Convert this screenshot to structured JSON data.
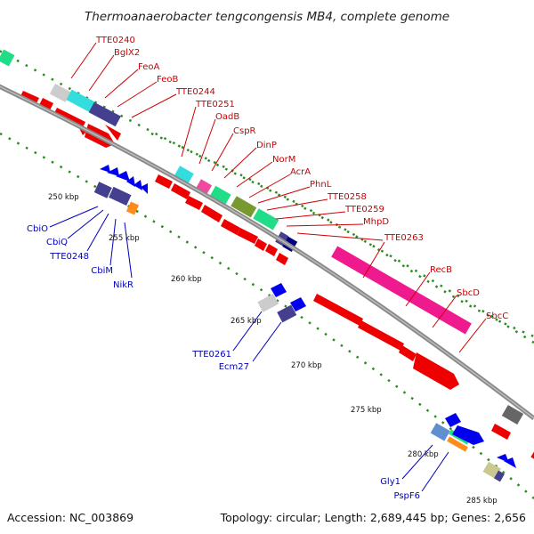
{
  "title": "Thermoanaerobacter tengcongensis MB4, complete genome",
  "footer": {
    "accession": "Accession: NC_003869",
    "stats": "Topology: circular; Length: 2,689,445 bp; Genes: 2,656"
  },
  "colors": {
    "backbone": "#888888",
    "tick": "#2e8b22",
    "forward_label": "#cc0000",
    "reverse_label": "#0000bb",
    "red": "#ee0000",
    "blue": "#0000ee",
    "cyan": "#33dddd",
    "slateblue": "#443f8f",
    "lightgray": "#cccccc",
    "pink": "#ee4a9e",
    "magenta": "#ee1a8e",
    "green": "#22dd88",
    "olive": "#779930",
    "navy": "#000080",
    "orange": "#ff8c1a",
    "steelblue": "#5f8fcf",
    "khaki": "#c8c890",
    "darkgray": "#666666"
  },
  "scale_labels": [
    {
      "text": "250 kbp",
      "color": "#111111"
    },
    {
      "text": "255 kbp",
      "color": "#111111"
    },
    {
      "text": "260 kbp",
      "color": "#111111"
    },
    {
      "text": "265 kbp",
      "color": "#111111"
    },
    {
      "text": "270 kbp",
      "color": "#111111"
    },
    {
      "text": "275 kbp",
      "color": "#111111"
    },
    {
      "text": "280 kbp",
      "color": "#111111"
    },
    {
      "text": "285 kbp",
      "color": "#111111"
    }
  ],
  "forward_genes": [
    "TTE0240",
    "BglX2",
    "FeoA",
    "FeoB",
    "TTE0244",
    "TTE0251",
    "OadB",
    "CspR",
    "DinP",
    "NorM",
    "AcrA",
    "PhnL",
    "TTE0258",
    "TTE0259",
    "MhpD",
    "TTE0263",
    "RecB",
    "SbcD",
    "SbcC"
  ],
  "reverse_genes": [
    "CbiO",
    "CbiQ",
    "TTE0248",
    "CbiM",
    "NikR",
    "TTE0261",
    "Ecm27",
    "Gly1",
    "PspF6"
  ]
}
